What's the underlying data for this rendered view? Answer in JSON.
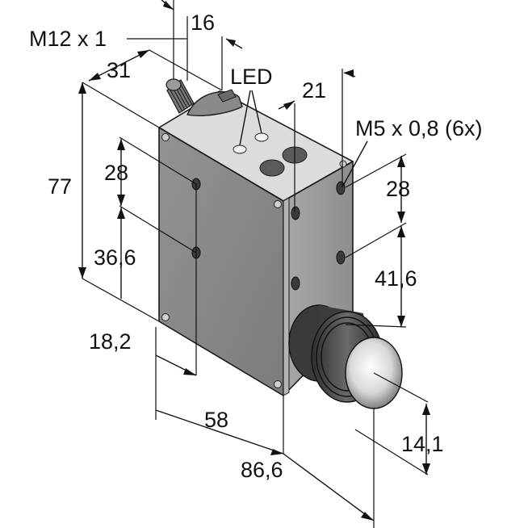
{
  "dimensions": {
    "connector_thread": "M12 x 1",
    "connector_offset": "16",
    "top_depth": "31",
    "led": "LED",
    "lens_offset": "21",
    "mount_thread": "M5 x 0,8 (6x)",
    "height_total": "77",
    "hole_top_left": "28",
    "hole_spacing_left": "36,6",
    "hole_top_right": "28",
    "hole_spacing_right": "41,6",
    "hole_edge": "18,2",
    "width": "58",
    "width_total": "86,6",
    "lens_height": "14,1"
  },
  "colors": {
    "front_face": "#8a8a8a",
    "side_face": "#9d9d9d",
    "top_face": "#dcdcdc",
    "line": "#111111"
  }
}
